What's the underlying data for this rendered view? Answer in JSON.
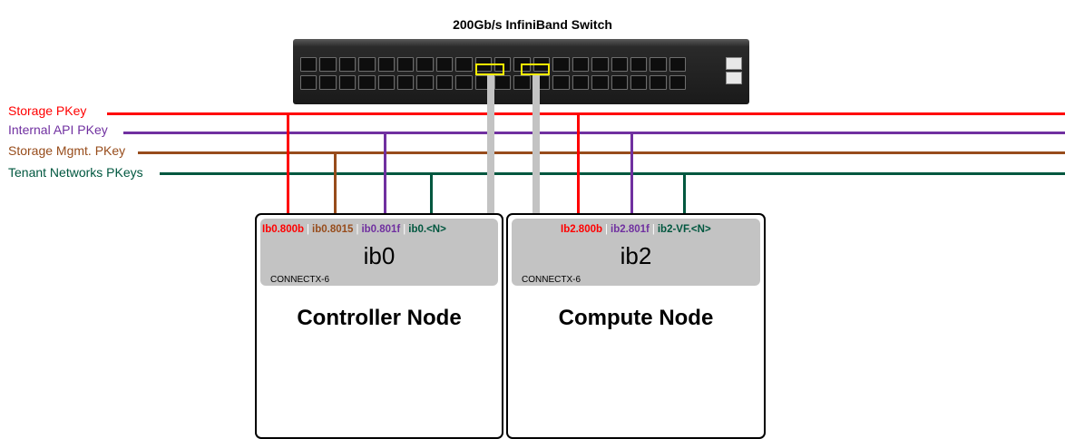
{
  "switch": {
    "title": "200Gb/s InfiniBand Switch",
    "highlight_color": "#ffee00",
    "cable_color": "#c3c3c3"
  },
  "networks": [
    {
      "label": "Storage PKey",
      "color": "#ff0000"
    },
    {
      "label": "Internal API PKey",
      "color": "#7030a0"
    },
    {
      "label": "Storage Mgmt. PKey",
      "color": "#974c1b"
    },
    {
      "label": "Tenant Networks PKeys",
      "color": "#00573f"
    }
  ],
  "nodes": [
    {
      "label": "Controller Node",
      "nic": {
        "name": "ib0",
        "model": "CONNECTX-6",
        "interfaces": [
          {
            "name": "Ib0.800b",
            "network": "Storage PKey"
          },
          {
            "name": "ib0.8015",
            "network": "Storage Mgmt. PKey"
          },
          {
            "name": "ib0.801f",
            "network": "Internal API PKey"
          },
          {
            "name": "ib0.<N>",
            "network": "Tenant Networks PKeys"
          }
        ]
      }
    },
    {
      "label": "Compute Node",
      "nic": {
        "name": "ib2",
        "model": "CONNECTX-6",
        "interfaces": [
          {
            "name": "Ib2.800b",
            "network": "Storage PKey"
          },
          {
            "name": "ib2.801f",
            "network": "Internal API PKey"
          },
          {
            "name": "ib2-VF.<N>",
            "network": "Tenant Networks PKeys"
          }
        ]
      }
    }
  ]
}
